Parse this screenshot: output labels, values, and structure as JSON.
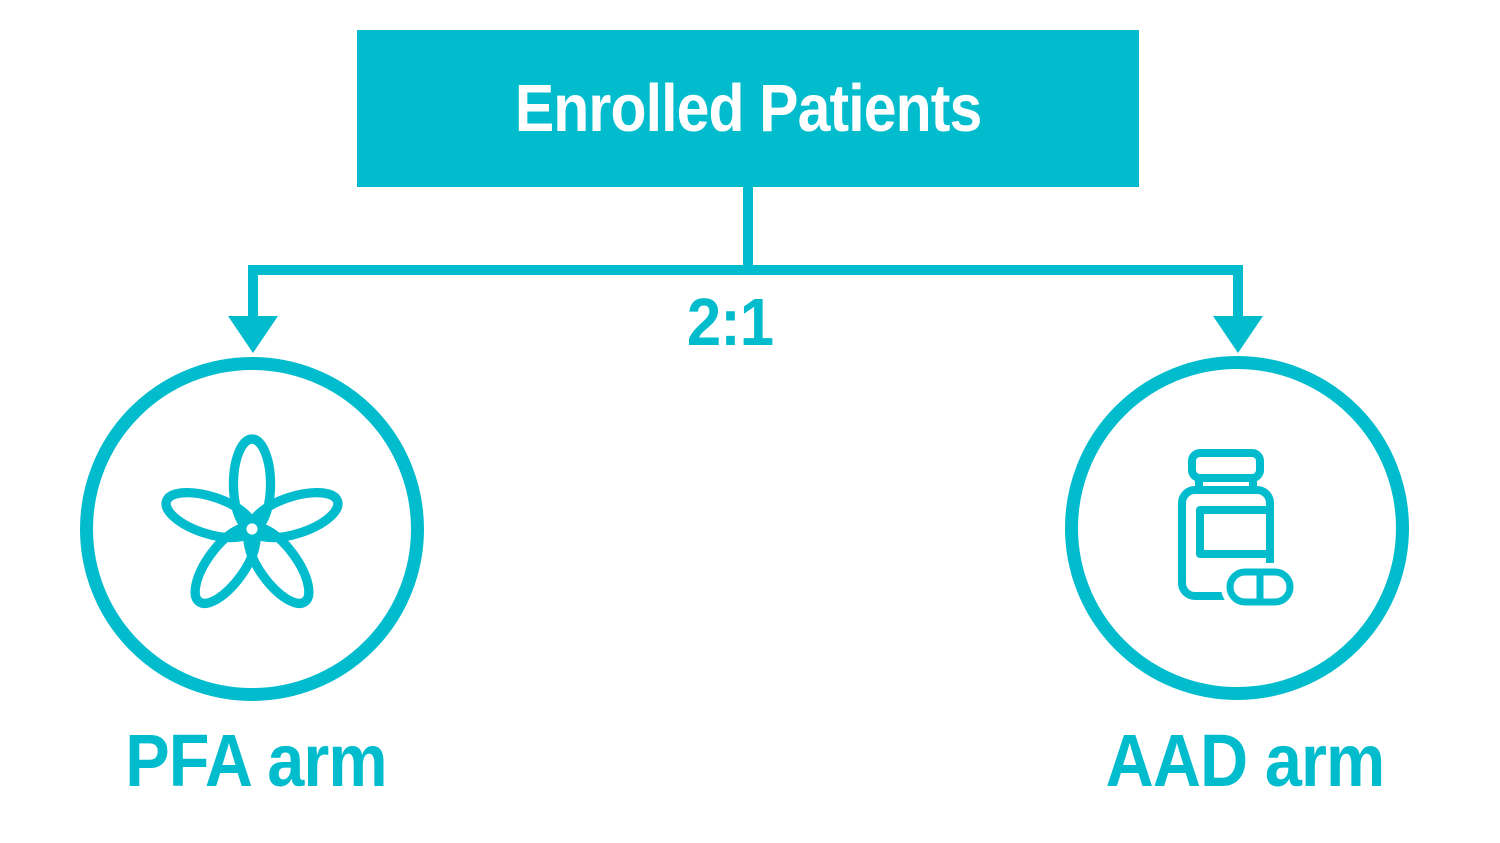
{
  "theme": {
    "accent_color": "#00bccd",
    "background_color": "#ffffff",
    "text_on_accent": "#ffffff"
  },
  "diagram": {
    "type": "trial-randomization-flowchart",
    "root": {
      "label": "Enrolled Patients"
    },
    "randomization_ratio": "2:1",
    "arms": [
      {
        "label": "PFA arm",
        "icon": "flower-catheter-icon"
      },
      {
        "label": "AAD arm",
        "icon": "pill-bottle-icon"
      }
    ]
  }
}
